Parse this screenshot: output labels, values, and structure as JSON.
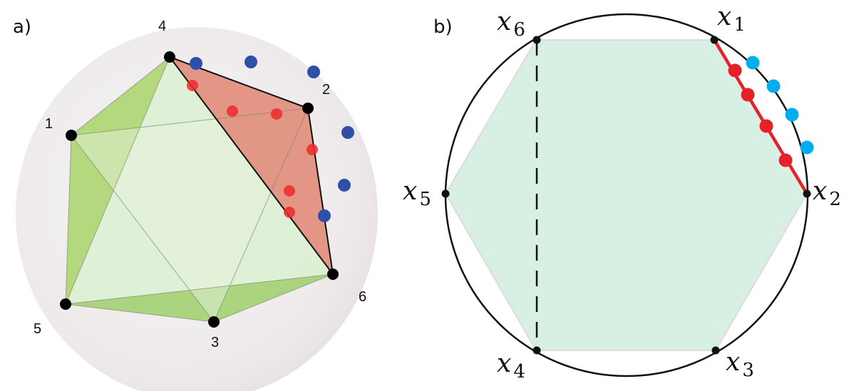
{
  "panel_a": {
    "label": "a)",
    "vertex_labels": [
      "1",
      "2",
      "3",
      "4",
      "5",
      "6"
    ],
    "colors": {
      "sphere": "#ece6e8",
      "green": "#9ccc5c",
      "light_green": "#d8ecc8",
      "red_face": "#e08a76",
      "red_dot": "#ee2b2b",
      "blue_dot": "#2f4fa8",
      "vertex": "#000000"
    }
  },
  "panel_b": {
    "label": "b)",
    "vertex_labels": [
      {
        "base": "x",
        "sub": "1"
      },
      {
        "base": "x",
        "sub": "2"
      },
      {
        "base": "x",
        "sub": "3"
      },
      {
        "base": "x",
        "sub": "4"
      },
      {
        "base": "x",
        "sub": "5"
      },
      {
        "base": "x",
        "sub": "6"
      }
    ],
    "colors": {
      "hexagon": "#d8efe3",
      "red": "#e8202a",
      "cyan": "#00aeef",
      "circle": "#111111"
    }
  }
}
